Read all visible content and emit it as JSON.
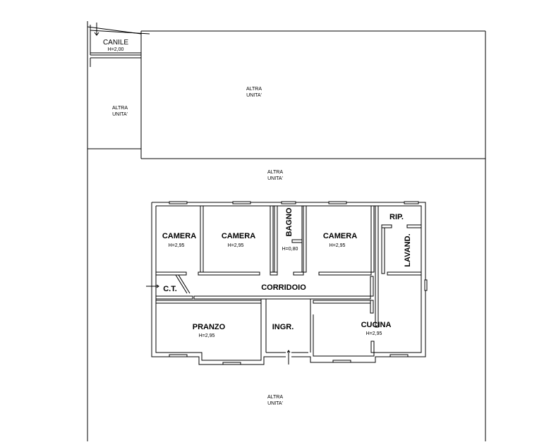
{
  "title": "Floor plan",
  "site": {
    "kennel": {
      "name": "CANILE",
      "height": "H=2,00"
    },
    "other_units": [
      {
        "line1": "ALTRA",
        "line2": "UNITA'"
      },
      {
        "line1": "ALTRA",
        "line2": "UNITA'"
      },
      {
        "line1": "ALTRA",
        "line2": "UNITA'"
      },
      {
        "line1": "ALTRA",
        "line2": "UNITA'"
      }
    ]
  },
  "rooms": {
    "camera1": {
      "name": "CAMERA",
      "height": "H=2,95"
    },
    "camera2": {
      "name": "CAMERA",
      "height": "H=2,95"
    },
    "bagno": {
      "name": "BAGNO",
      "height": "H=0,80"
    },
    "camera3": {
      "name": "CAMERA",
      "height": "H=2,95"
    },
    "rip": {
      "name": "RIP."
    },
    "lavand": {
      "name": "LAVAND."
    },
    "ct": {
      "name": "C.T."
    },
    "corridoio": {
      "name": "CORRIDOIO"
    },
    "pranzo": {
      "name": "PRANZO",
      "height": "H=2,95"
    },
    "ingr": {
      "name": "INGR."
    },
    "cucina": {
      "name": "CUCINA",
      "height": "H=2,95"
    }
  }
}
